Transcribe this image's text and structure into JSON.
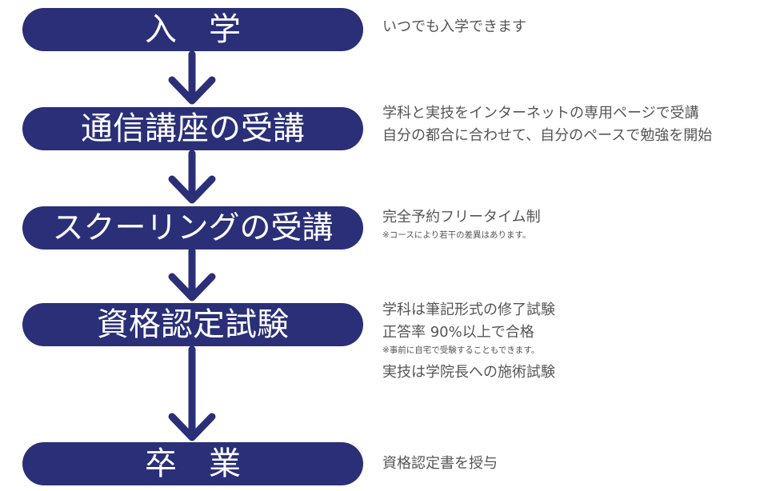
{
  "stages": [
    {
      "title": "入　学",
      "lines": [
        "いつでも入学できます"
      ]
    },
    {
      "title": "通信講座の受講",
      "lines": [
        "学科と実技をインターネットの専用ページで受講",
        "自分の都合に合わせて、自分のペースで勉強を開始"
      ]
    },
    {
      "title": "スクーリングの受講",
      "lines": [
        "完全予約フリータイム制"
      ],
      "note": "※コースにより若干の差異はあります。"
    },
    {
      "title": "資格認定試験",
      "lines": [
        "学科は筆記形式の修了試験",
        "正答率 90%以上で合格"
      ],
      "note": "※事前に自宅で受験することもできます。",
      "extra": "実技は学院長への施術試験"
    },
    {
      "title": "卒　業",
      "lines": [
        "資格認定書を授与"
      ]
    }
  ],
  "colors": {
    "pill": "#2a2f78",
    "arrow": "#2a2f78",
    "text": "#555555"
  }
}
